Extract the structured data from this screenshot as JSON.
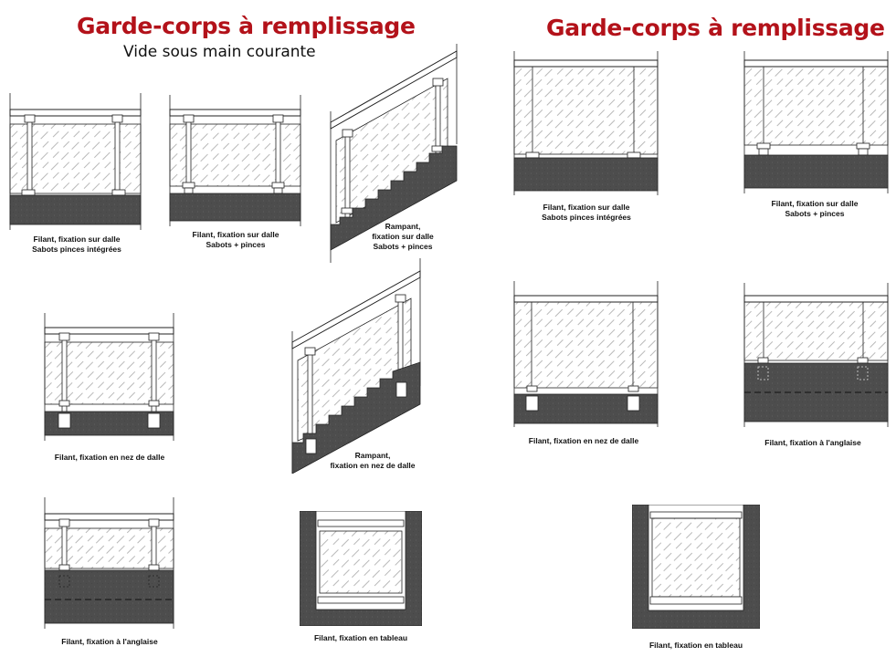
{
  "left_panel": {
    "title": "Garde-corps à remplissage",
    "subtitle": "Vide sous main courante"
  },
  "right_panel": {
    "title": "Garde-corps à remplissage"
  },
  "figures": {
    "l1": {
      "line1": "Filant, fixation sur dalle",
      "line2": "Sabots pinces intégrées"
    },
    "l2": {
      "line1": "Filant, fixation sur dalle",
      "line2": "Sabots + pinces"
    },
    "l3": {
      "line1": "Rampant,",
      "line2": "fixation sur dalle",
      "line3": "Sabots + pinces"
    },
    "l4": {
      "line1": "Filant, fixation en nez de dalle"
    },
    "l5": {
      "line1": "Rampant,",
      "line2": "fixation en nez de dalle"
    },
    "l6": {
      "line1": "Filant, fixation à l'anglaise"
    },
    "l7": {
      "line1": "Filant, fixation en tableau"
    },
    "r1": {
      "line1": "Filant, fixation sur dalle",
      "line2": "Sabots pinces intégrées"
    },
    "r2": {
      "line1": "Filant, fixation sur dalle",
      "line2": "Sabots + pinces"
    },
    "r3": {
      "line1": "Filant, fixation en nez de dalle"
    },
    "r4": {
      "line1": "Filant, fixation à l'anglaise"
    },
    "r5": {
      "line1": "Filant, fixation en tableau"
    }
  },
  "colors": {
    "title": "#b3121a",
    "slab": "#4d4d4d",
    "wall": "#555555"
  }
}
